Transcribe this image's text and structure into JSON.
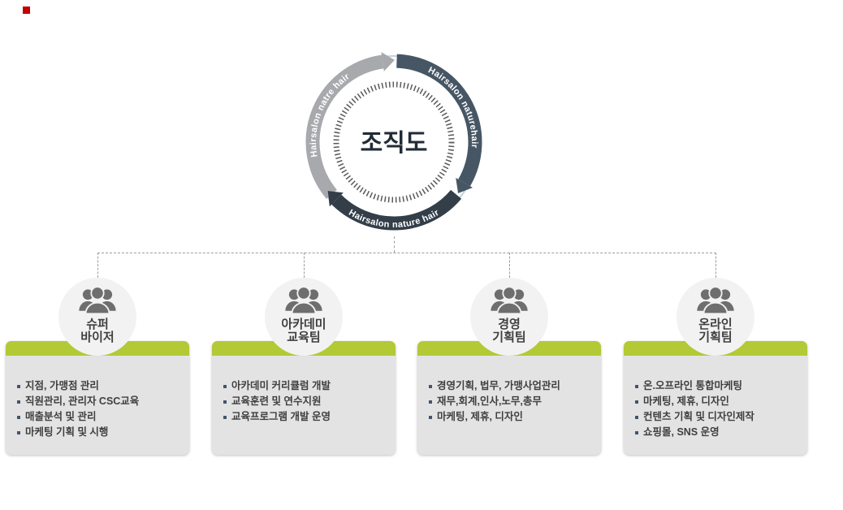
{
  "colors": {
    "accent-green": "#b3c935",
    "card-bg": "#e3e3e3",
    "circle-bg": "#f2f2f2",
    "icon-gray": "#6e6e6e",
    "arrow-gray": "#a7a9ac",
    "arrow-navy": "#475664",
    "arrow-dark": "#333e49",
    "ring-hatch": "#58595b",
    "title-navy": "#222b36",
    "item-text": "#3f3f3f",
    "bullet": "#44546a",
    "connector": "#9d9d9d",
    "marker-red": "#c00000"
  },
  "emblem": {
    "title": "조직도",
    "ring_text_left": "Hairsalon natre hair",
    "ring_text_top_right": "Hairsalon naturehair",
    "ring_text_bottom": "Hairsalon nature hair"
  },
  "departments": [
    {
      "title_lines": [
        "슈퍼",
        "바이저"
      ],
      "items": [
        "지점, 가맹점 관리",
        "직원관리, 관리자 CSC교육",
        "매출분석 및 관리",
        "마케팅 기획 및 시행"
      ]
    },
    {
      "title_lines": [
        "아카데미",
        "교육팀"
      ],
      "items": [
        "아카데미 커리큘럼 개발",
        "교육훈련 및 연수지원",
        "교육프로그램 개발 운영"
      ]
    },
    {
      "title_lines": [
        "경영",
        "기획팀"
      ],
      "items": [
        "경영기획, 법무, 가맹사업관리",
        "재무,회계,인사,노무,총무",
        "마케팅, 제휴, 디자인"
      ]
    },
    {
      "title_lines": [
        "온라인",
        "기획팀"
      ],
      "items": [
        "온.오프라인 통합마케팅",
        "마케팅, 제휴, 디자인",
        "컨텐츠 기획 및 디자인제작",
        "쇼핑몰, SNS 운영"
      ]
    }
  ]
}
